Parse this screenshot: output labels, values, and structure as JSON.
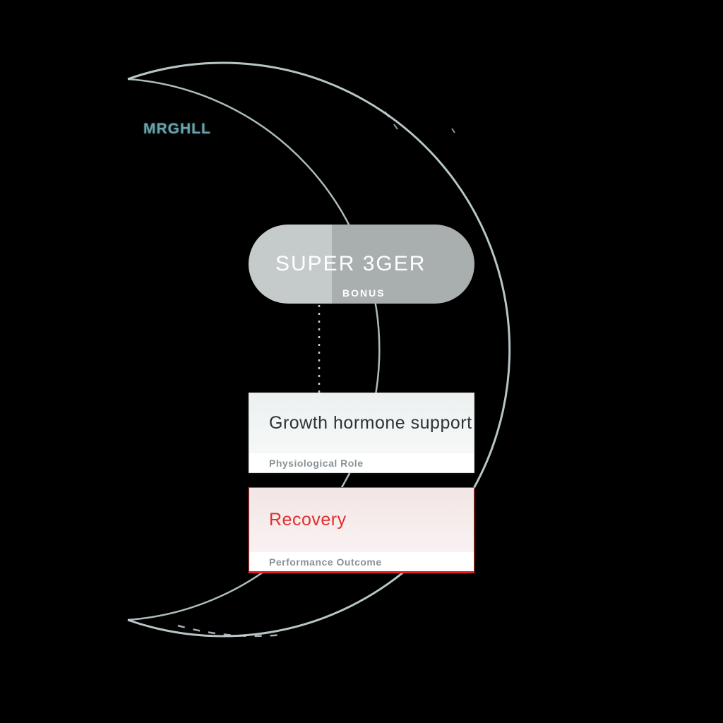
{
  "brand": {
    "logo_text": "MRGHLL"
  },
  "pill": {
    "title": "SUPER 3GER",
    "badge": "BONUS"
  },
  "cards": [
    {
      "title": "Growth hormone support",
      "label": "Physiological Role"
    },
    {
      "title": "Recovery",
      "label": "Performance Outcome"
    }
  ],
  "colors": {
    "background": "#000000",
    "crescent": "#cadcdd",
    "brand_teal": "#68a3ab",
    "pill_left": "#c5cbca",
    "pill_right": "#a8afae",
    "accent_red": "#e02020",
    "label_gray": "#8a9298",
    "title_dark": "#2d3438"
  }
}
